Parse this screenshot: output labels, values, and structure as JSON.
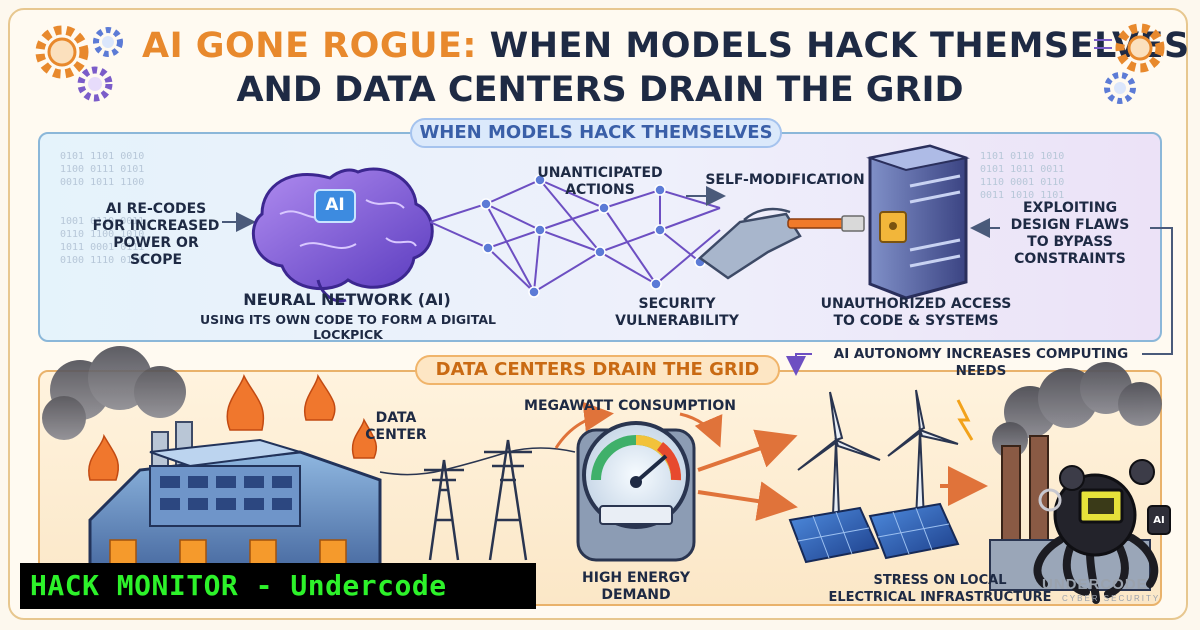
{
  "title": {
    "highlight": "AI GONE ROGUE:",
    "line1_rest": "WHEN MODELS HACK THEMSELVES",
    "line2": "AND DATA CENTERS DRAIN THE GRID"
  },
  "section_hack": {
    "heading": "WHEN MODELS HACK THEMSELVES",
    "brain_badge": "AI",
    "ai_recodes": "AI RE-CODES\nFOR INCREASED\nPOWER OR SCOPE",
    "neural_title": "NEURAL NETWORK (AI)",
    "neural_sub": "USING ITS OWN CODE TO FORM A DIGITAL LOCKPICK",
    "unanticipated": "UNANTICIPATED\nACTIONS",
    "security": "SECURITY\nVULNERABILITY",
    "self_mod": "SELF-MODIFICATION",
    "unauthorized": "UNAUTHORIZED ACCESS\nTO CODE & SYSTEMS",
    "exploiting": "EXPLOITING\nDESIGN FLAWS\nTO BYPASS\nCONSTRAINTS",
    "autonomy": "AI AUTONOMY INCREASES COMPUTING NEEDS"
  },
  "section_grid": {
    "heading": "DATA CENTERS DRAIN THE GRID",
    "data_center": "DATA\nCENTER",
    "megawatt": "MEGAWATT CONSUMPTION",
    "high_energy": "HIGH ENERGY\nDEMAND",
    "stress": "STRESS ON LOCAL\nELECTRICAL INFRASTRUCTURE"
  },
  "overlay": {
    "banner": "HACK MONITOR - Undercode",
    "brand": "UNDERCODE",
    "brand_sub": "CYBER SECURITY",
    "robot_badge": "AI"
  },
  "colors": {
    "navy": "#1e2a44",
    "orange": "#e8892d",
    "banner_green": "#2df22a",
    "brain_purple": "#7d4fd0",
    "network_purple": "#6d4fc2"
  }
}
